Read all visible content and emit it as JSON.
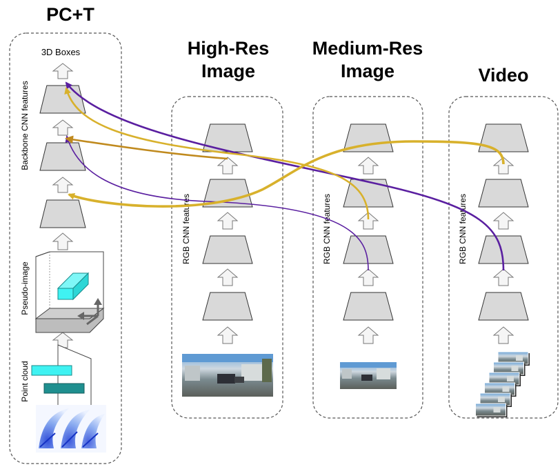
{
  "columns": {
    "pct": {
      "title": "PC+T"
    },
    "high": {
      "title_lines": [
        "High-Res",
        "Image"
      ]
    },
    "medium": {
      "title_lines": [
        "Medium-Res",
        "Image"
      ]
    },
    "video": {
      "title": "Video"
    }
  },
  "pct_labels": {
    "boxes": "3D Boxes",
    "backbone": "Backbone CNN features",
    "pseudo": "Pseudo-image",
    "point_cloud": "Point cloud"
  },
  "rgb_label": "RGB CNN features",
  "colors": {
    "gold": "#d8b12c",
    "dark_gold": "#c08a1e",
    "purple": "#5a1fa0",
    "cyan": "#3ff2f2",
    "teal": "#1f8f8f"
  }
}
